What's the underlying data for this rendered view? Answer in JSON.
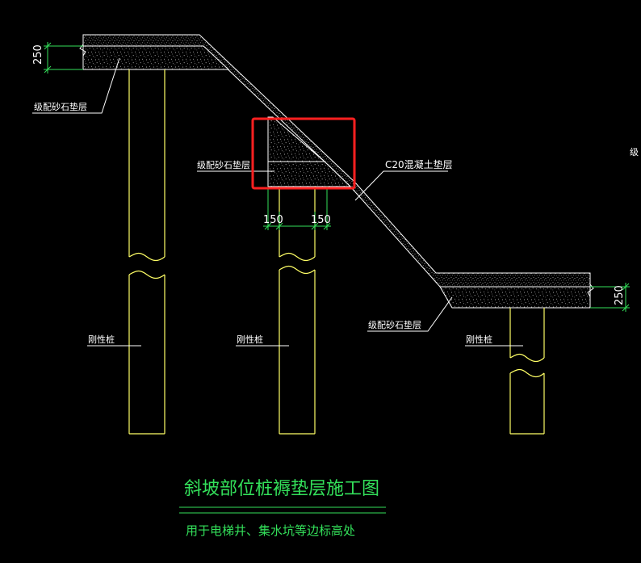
{
  "drawing": {
    "background": "#000000",
    "colors": {
      "fill_outline": "#ffffff",
      "fill_speckle": "#8a8a8a",
      "pile": "#ffff66",
      "leader": "#ffffff",
      "dimension": "#33e05a",
      "highlight_box": "#ff2020",
      "title": "#33e05a"
    },
    "labels": {
      "gravel_top_left": "级配砂石垫层",
      "gravel_mid": "级配砂石垫层",
      "gravel_bottom_right": "级配砂石垫层",
      "c20_layer": "C20混凝土垫层",
      "pile_left": "刚性桩",
      "pile_mid": "刚性桩",
      "pile_right": "刚性桩",
      "edge_cut": "级"
    },
    "dimensions": {
      "thickness_left": "250",
      "thickness_right": "250",
      "offset_left": "150",
      "offset_right": "150"
    },
    "title": {
      "main": "斜坡部位桩褥垫层施工图",
      "sub": "用于电梯井、集水坑等边标高处"
    }
  }
}
